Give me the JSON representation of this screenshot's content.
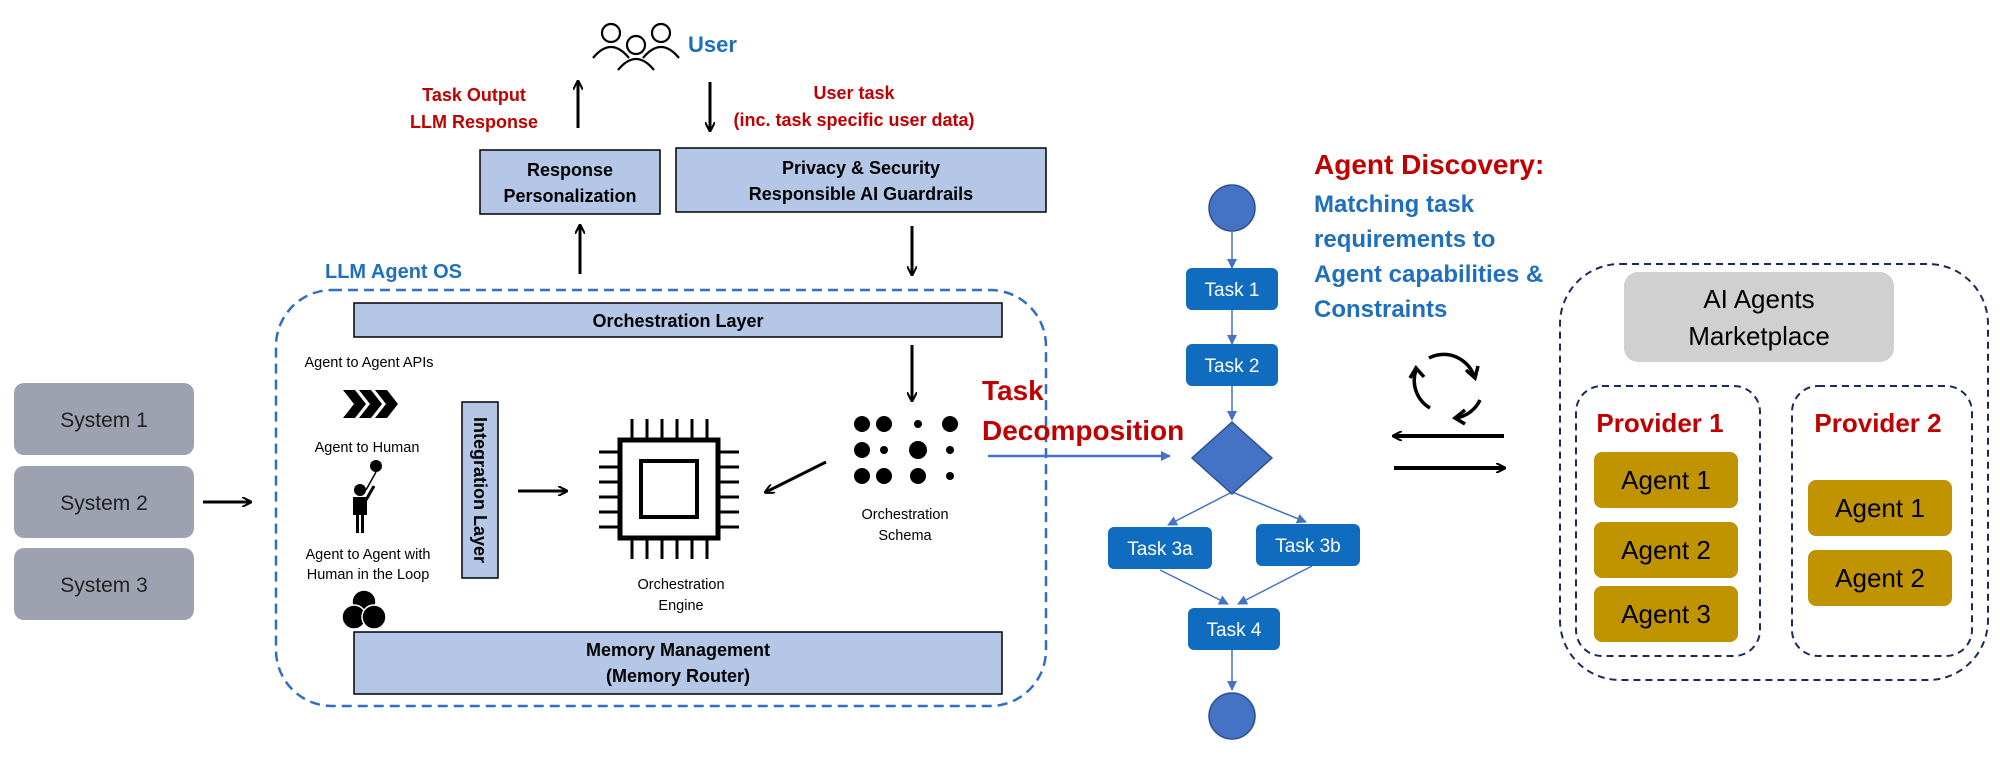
{
  "user": {
    "label": "User"
  },
  "task_output": {
    "line1": "Task Output",
    "line2": "LLM Response"
  },
  "user_task": {
    "line1": "User task",
    "line2": "(inc. task specific user data)"
  },
  "response_personalization": {
    "line1": "Response",
    "line2": "Personalization"
  },
  "privacy": {
    "line1": "Privacy & Security",
    "line2": "Responsible AI Guardrails"
  },
  "agent_os": {
    "title": "LLM Agent OS",
    "orchestration_layer": "Orchestration Layer",
    "integration_layer": "Integration Layer",
    "a2a_apis": "Agent to Agent APIs",
    "a2h": "Agent to Human",
    "a2a_hitl_line1": "Agent to Agent with",
    "a2a_hitl_line2": "Human in the Loop",
    "engine_line1": "Orchestration",
    "engine_line2": "Engine",
    "schema_line1": "Orchestration",
    "schema_line2": "Schema",
    "memory_line1": "Memory Management",
    "memory_line2": "(Memory Router)"
  },
  "systems": [
    "System 1",
    "System 2",
    "System 3"
  ],
  "task_decomposition": {
    "line1": "Task",
    "line2": "Decomposition"
  },
  "flow": {
    "task1": "Task 1",
    "task2": "Task 2",
    "task3a": "Task 3a",
    "task3b": "Task 3b",
    "task4": "Task 4"
  },
  "agent_discovery": {
    "title": "Agent Discovery:",
    "line1": "Matching task",
    "line2": "requirements to",
    "line3": "Agent capabilities &",
    "line4": "Constraints"
  },
  "marketplace": {
    "title_line1": "AI Agents",
    "title_line2": "Marketplace",
    "provider1": {
      "name": "Provider 1",
      "agents": [
        "Agent 1",
        "Agent 2",
        "Agent 3"
      ]
    },
    "provider2": {
      "name": "Provider 2",
      "agents": [
        "Agent 1",
        "Agent 2"
      ]
    }
  },
  "colors": {
    "red": "#c00000",
    "blue": "#1f6fbf",
    "box_fill": "#b4c7e7",
    "system_fill": "#9ea2b0",
    "task_fill": "#0f6cbf",
    "agent_fill": "#c09300",
    "market_fill": "#d0d0d0"
  }
}
